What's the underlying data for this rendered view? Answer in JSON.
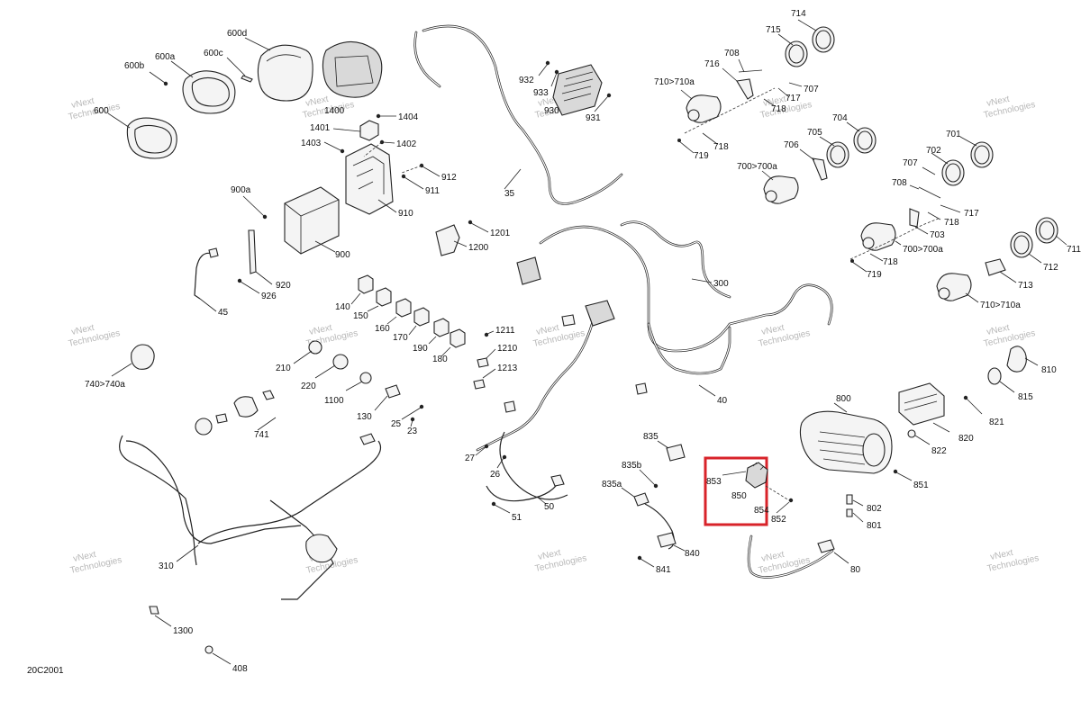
{
  "diagram": {
    "code": "20C2001",
    "watermark_line1": "vNext",
    "watermark_line2": "Technologies",
    "highlight_color": "#d8232a",
    "labels": {
      "600d": "600d",
      "600a": "600a",
      "600c": "600c",
      "600b": "600b",
      "600": "600",
      "1404": "1404",
      "1400": "1400",
      "1401": "1401",
      "1402": "1402",
      "1403": "1403",
      "912": "912",
      "911": "911",
      "910": "910",
      "900a": "900a",
      "900": "900",
      "920": "920",
      "926": "926",
      "45": "45",
      "35": "35",
      "932": "932",
      "933": "933",
      "930": "930",
      "931": "931",
      "714": "714",
      "715": "715",
      "708a": "708",
      "716": "716",
      "710_710a_top": "710>710a",
      "717a": "717",
      "707a": "707",
      "718a": "718",
      "718b": "718",
      "719a": "719",
      "704": "704",
      "705": "705",
      "706": "706",
      "700_700a_top": "700>700a",
      "701": "701",
      "702": "702",
      "707b": "707",
      "708b": "708",
      "717b": "717",
      "718c": "718",
      "703": "703",
      "700_700a_right": "700>700a",
      "718d": "718",
      "719b": "719",
      "711": "711",
      "712": "712",
      "713": "713",
      "710_710a_right": "710>710a",
      "1201": "1201",
      "1200": "1200",
      "300": "300",
      "140": "140",
      "150": "150",
      "160": "160",
      "170": "170",
      "190": "190",
      "180": "180",
      "1211": "1211",
      "1210": "1210",
      "1213": "1213",
      "210": "210",
      "220": "220",
      "1100": "1100",
      "130": "130",
      "25": "25",
      "23": "23",
      "740_740a": "740>740a",
      "741": "741",
      "40": "40",
      "810": "810",
      "815": "815",
      "800": "800",
      "821": "821",
      "820": "820",
      "822": "822",
      "851": "851",
      "802": "802",
      "801": "801",
      "835": "835",
      "835b": "835b",
      "835a": "835a",
      "853": "853",
      "850": "850",
      "854": "854",
      "852": "852",
      "840": "840",
      "841": "841",
      "80": "80",
      "27": "27",
      "26": "26",
      "50": "50",
      "51": "51",
      "310": "310",
      "1300": "1300",
      "408": "408"
    }
  }
}
